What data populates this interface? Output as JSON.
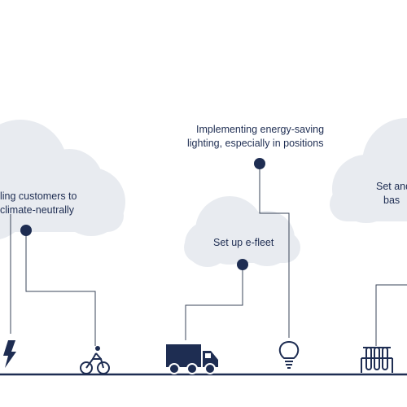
{
  "colors": {
    "navy": "#1e2d52",
    "cloud": "#e8ebf0",
    "line": "#3a4459"
  },
  "labels": {
    "cloud_left_line1": "ling customers to",
    "cloud_left_line2": "climate-neutrally",
    "top_text_line1": "Implementing energy-saving",
    "top_text_line2": "lighting, especially in positions",
    "cloud_center": "Set up e-fleet",
    "cloud_right_line1": "Set and",
    "cloud_right_line2": "bas"
  },
  "icons": [
    "lightning-icon",
    "cyclist-icon",
    "truck-icon",
    "lightbulb-icon",
    "test-tubes-icon"
  ]
}
